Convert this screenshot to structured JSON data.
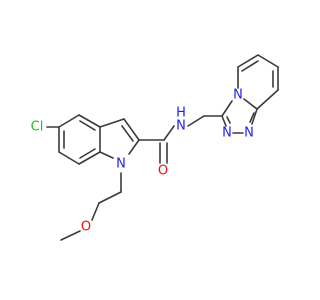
{
  "colors": {
    "bond": "#3a3a3a",
    "carbon": "#3a3a3a",
    "chlorine": "#1fbf1f",
    "nitrogen": "#2222ee",
    "oxygen": "#ee1111"
  },
  "atoms": {
    "cl": "Cl",
    "o_carbonyl": "O",
    "n_amide": "N",
    "h_amide": "H",
    "n_indole": "N",
    "o_ether": "O",
    "n_bridge": "N",
    "n_triazole_1": "N",
    "n_triazole_2": "N"
  }
}
